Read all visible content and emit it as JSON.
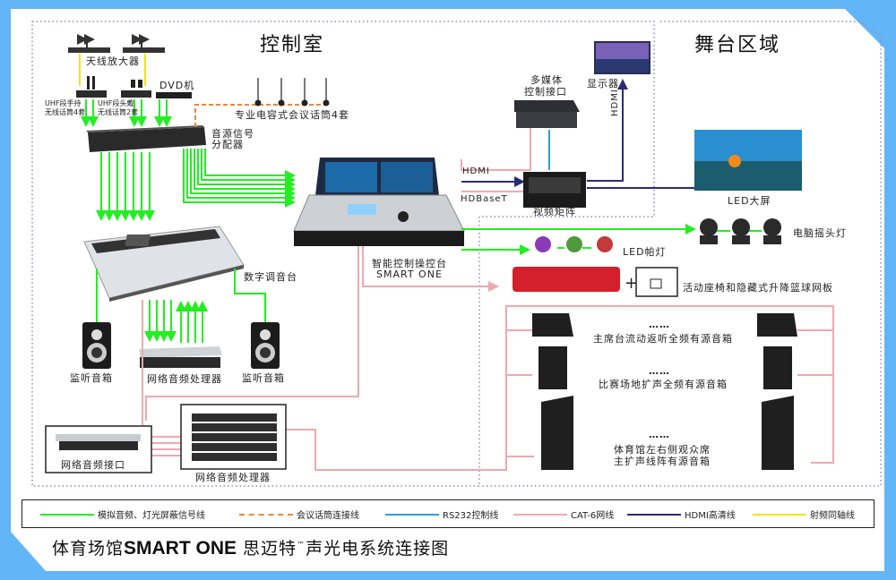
{
  "regions": {
    "control_room": "控制室",
    "stage_area": "舞台区域"
  },
  "devices": {
    "antenna_amp": "天线放大器",
    "uhf_handheld": "UHF段手持\n无线话筒4套",
    "uhf_handheld_l1": "UHF段手持",
    "uhf_handheld_l2": "无线话筒4套",
    "uhf_headset_l1": "UHF段头戴",
    "uhf_headset_l2": "无线话筒2套",
    "dvd": "DVD机",
    "conference_mics": "专业电容式会议话筒4套",
    "splitter_l1": "音源信号",
    "splitter_l2": "分配器",
    "multimedia_l1": "多媒体",
    "multimedia_l2": "控制接口",
    "display": "显示器",
    "video_matrix": "视频矩阵",
    "led_screen": "LED大屏",
    "moving_head": "电脑摇头灯",
    "led_par": "LED帕灯",
    "seats_hoop": "活动座椅和隐藏式升降篮球网板",
    "console_l1": "智能控制操控台",
    "console_l2": "SMART ONE",
    "digital_mixer": "数字调音台",
    "monitor_speaker_left": "监听音箱",
    "monitor_speaker_right": "监听音箱",
    "net_audio_proc_1": "网络音频处理器",
    "net_audio_interface": "网络音频接口",
    "net_audio_proc_2": "网络音频处理器",
    "stage_monitor": "主席台流动返听全频有源音箱",
    "field_speaker": "比赛场地扩声全频有源音箱",
    "line_array_l1": "体育馆左右侧观众席",
    "line_array_l2": "主扩声线阵有源音箱",
    "dots": "……"
  },
  "links": {
    "hdmi": "HDMI",
    "hdbaset": "HDBaseT",
    "hdmi_vertical": "HDMI"
  },
  "legend": [
    {
      "label": "模拟音频、灯光屏蔽信号线",
      "color": "#22ee22",
      "style": "solid"
    },
    {
      "label": "会议话筒连接线",
      "color": "#e8893a",
      "style": "dashed"
    },
    {
      "label": "RS232控制线",
      "color": "#2a9fdc",
      "style": "solid"
    },
    {
      "label": "CAT-6网线",
      "color": "#f0a8b0",
      "style": "solid"
    },
    {
      "label": "HDMI高清线",
      "color": "#2c2a78",
      "style": "solid"
    },
    {
      "label": "射频同轴线",
      "color": "#f2e21c",
      "style": "solid"
    }
  ],
  "footer": {
    "prefix": "体育场馆",
    "brand": "SMART ONE",
    "cn_brand": " 思迈特",
    "tm": "™",
    "suffix": "声光电系统连接图"
  },
  "colors": {
    "frame": "#62b5f7",
    "analog": "#22ee22",
    "conference": "#e8893a",
    "rs232": "#2a9fdc",
    "cat6": "#f0a8b0",
    "hdmi": "#2c2a78",
    "rf": "#f2e21c"
  }
}
